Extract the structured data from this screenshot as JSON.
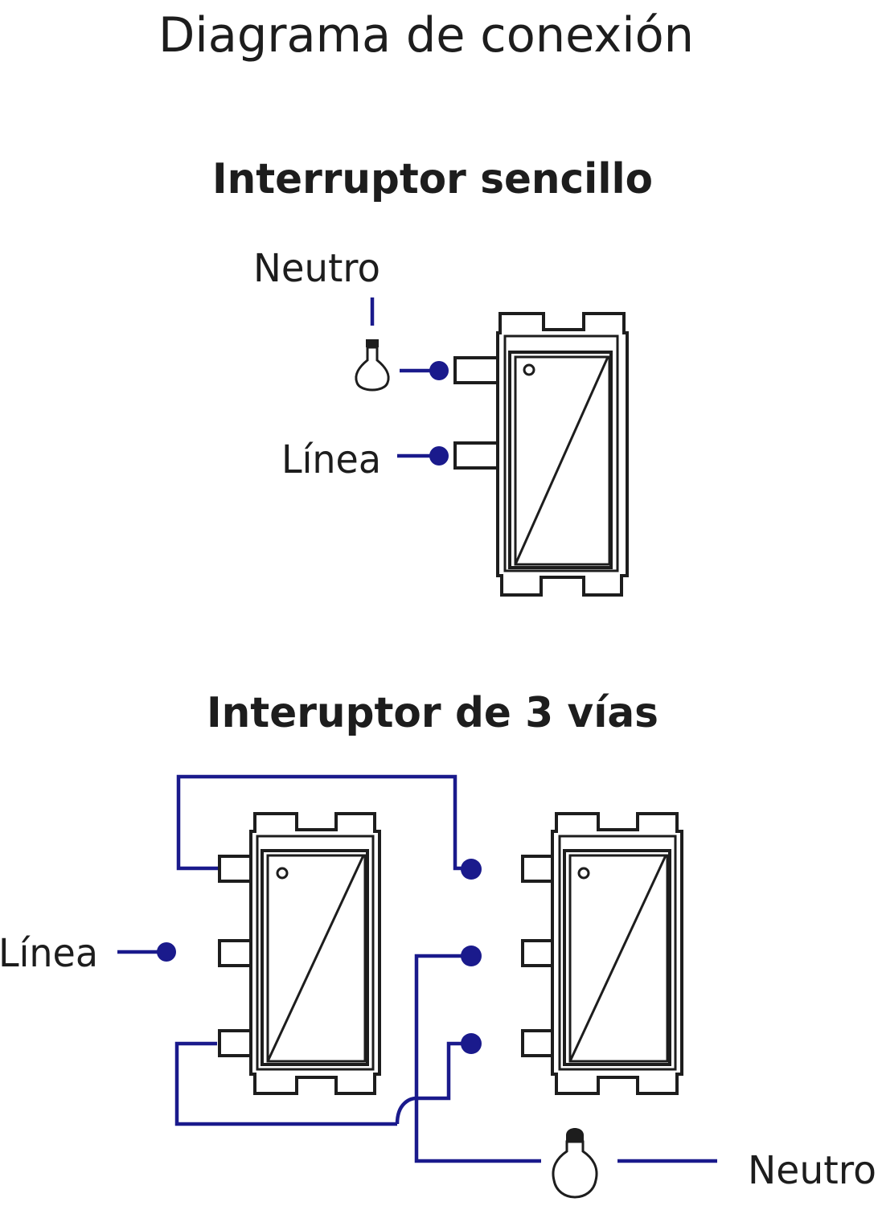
{
  "title": "Diagrama de conexión",
  "single_switch": {
    "heading": "Interruptor sencillo",
    "neutral_label": "Neutro",
    "line_label": "Línea"
  },
  "three_way": {
    "heading": "Interuptor de 3 vías",
    "line_label": "Línea",
    "neutral_label": "Neutro"
  },
  "colors": {
    "wire": "#1a1a8c",
    "ink": "#1d1d1d"
  },
  "icons": [
    "light-bulb-icon",
    "switch-icon"
  ]
}
